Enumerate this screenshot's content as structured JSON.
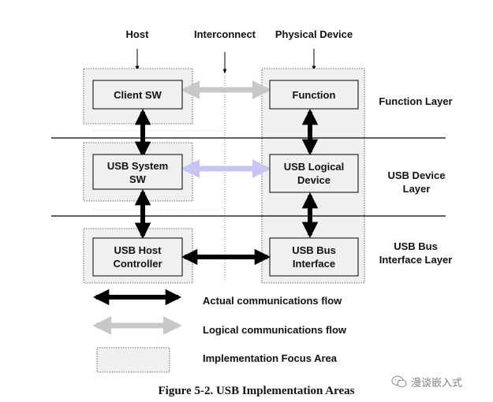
{
  "columns": {
    "host": "Host",
    "interconnect": "Interconnect",
    "physical_device": "Physical Device"
  },
  "boxes": {
    "client_sw": "Client SW",
    "function": "Function",
    "usb_system_sw": [
      "USB System",
      "SW"
    ],
    "usb_logical_device": [
      "USB Logical",
      "Device"
    ],
    "usb_host_controller": [
      "USB Host",
      "Controller"
    ],
    "usb_bus_interface": [
      "USB Bus",
      "Interface"
    ]
  },
  "layers": {
    "function_layer": "Function Layer",
    "usb_device_layer": [
      "USB Device",
      "Layer"
    ],
    "usb_bus_interface_layer": [
      "USB Bus",
      "Interface Layer"
    ]
  },
  "legend": {
    "actual_flow": "Actual communications flow",
    "logical_flow": "Logical communications flow",
    "focus_area": "Implementation Focus Area"
  },
  "caption": "Figure 5-2.  USB Implementation Areas",
  "watermark": "漫谈嵌入式",
  "colors": {
    "actual_flow": "#000000",
    "logical_flow": "#c8c8c8",
    "logical_flow_highlight": "#c9c5f2",
    "focus_area_fill": "#f0f0f0"
  }
}
